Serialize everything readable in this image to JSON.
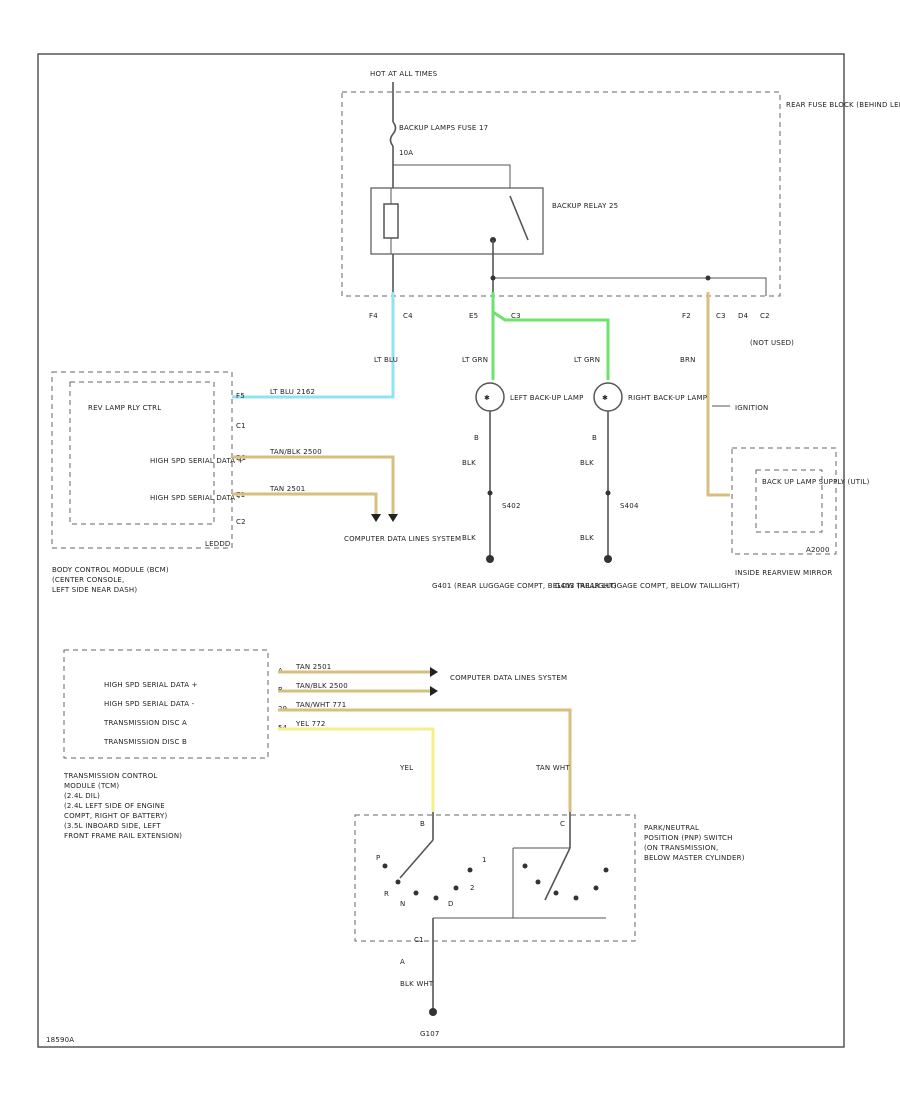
{
  "fuse_hot": "HOT AT ALL TIMES",
  "fuse_box": {
    "label": "REAR FUSE BLOCK (BEHIND LEFT REAR WHEEL WELL)",
    "fuse": "BACKUP LAMPS FUSE 17",
    "fuse_amps": "10A",
    "relay": "BACKUP RELAY 25"
  },
  "connectors": {
    "f4": "F4",
    "c4": "C4",
    "e5": "E5",
    "c3_1": "C3",
    "f2": "F2",
    "c3_2": "C3",
    "d4": "D4",
    "c2": "C2",
    "not_used": "(NOT USED)"
  },
  "wires": {
    "lt_blu": "LT BLU",
    "lt_blu_circuit": "LT BLU  2162",
    "lt_grn_left": "LT GRN",
    "lt_grn_right": "LT GRN",
    "brn": "BRN",
    "ignition": "IGNITION",
    "tan_blk": "TAN/BLK  2500",
    "tan": "TAN  2501",
    "blk": "BLK",
    "tan_wht": "TAN WHT",
    "yel": "YEL",
    "tcm_tan": "TAN  2501",
    "tcm_tan_blk": "TAN/BLK  2500",
    "tcm_tan_wht": "TAN/WHT  771",
    "tcm_yel": "YEL  772",
    "blk_wht": "BLK WHT",
    "g_a": "A",
    "g_b": "B"
  },
  "bcm": {
    "rev_lamp": "REV LAMP RLY CTRL",
    "c1": "C1",
    "c2": "C2",
    "hsd_plus": "HIGH SPD SERIAL DATA +",
    "hsd_minus": "HIGH SPD SERIAL DATA -",
    "pin_f": "F5",
    "pin_d": "D1",
    "pin_e": "E1",
    "part": "LEDDD",
    "label_1": "BODY CONTROL MODULE (BCM)",
    "label_2": "(CENTER CONSOLE,",
    "label_3": "LEFT SIDE NEAR DASH)"
  },
  "computer_data_1": "COMPUTER DATA LINES SYSTEM",
  "lamps": {
    "left": "LEFT BACK-UP LAMP",
    "right": "RIGHT BACK-UP LAMP",
    "s1": "S402",
    "s2": "S404",
    "g1": "G401 (REAR LUGGAGE COMPT, BELOW TAILLIGHT)",
    "g2": "G403 (REAR LUGGAGE COMPT, BELOW TAILLIGHT)"
  },
  "mirror": {
    "label": "BACK UP LAMP SUPPLY (UTIL)",
    "part": "A2000",
    "name": "INSIDE REARVIEW MIRROR"
  },
  "tcm": {
    "hsd_plus": "HIGH SPD SERIAL DATA +",
    "hsd_minus": "HIGH SPD SERIAL DATA -",
    "trans_a": "TRANSMISSION DISC A",
    "trans_b": "TRANSMISSION DISC B",
    "p1": "A",
    "p2": "B",
    "p3": "29",
    "p4": "54",
    "label_1": "TRANSMISSION CONTROL",
    "label_2": "MODULE (TCM)",
    "label_3": "(2.4L DIL)",
    "label_4": "(2.4L LEFT SIDE OF ENGINE",
    "label_5": "COMPT, RIGHT OF BATTERY)",
    "label_6": "(3.5L INBOARD SIDE, LEFT",
    "label_7": "FRONT FRAME RAIL EXTENSION)"
  },
  "computer_data_2": "COMPUTER DATA LINES SYSTEM",
  "pnp": {
    "label_1": "PARK/NEUTRAL",
    "label_2": "POSITION (PNP) SWITCH",
    "label_3": "(ON TRANSMISSION,",
    "label_4": "BELOW MASTER CYLINDER)",
    "pin_a": "B",
    "pin_b": "C",
    "pin_c": "C1",
    "p_l": "P",
    "r_l": "R",
    "n_l": "N",
    "d_l": "D",
    "d2_l": "2",
    "d1_l": "1",
    "ground": "G107"
  },
  "diagram_id": "18590A"
}
